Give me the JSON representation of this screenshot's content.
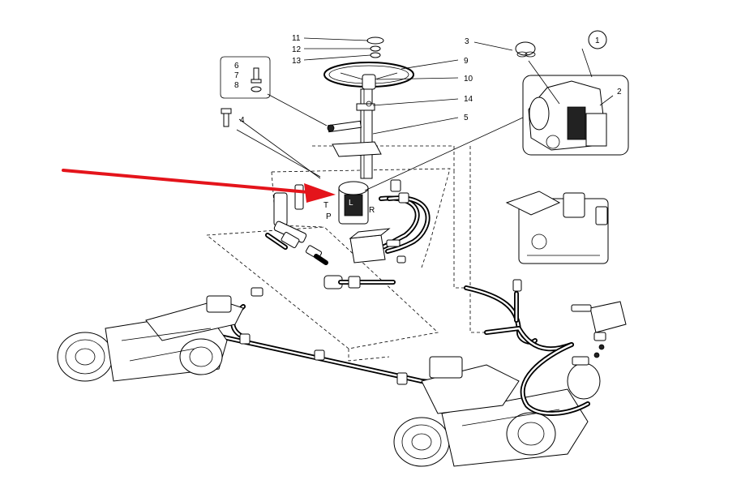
{
  "diagram": {
    "callouts": [
      {
        "id": "c11",
        "text": "11"
      },
      {
        "id": "c12",
        "text": "12"
      },
      {
        "id": "c13",
        "text": "13"
      },
      {
        "id": "c9",
        "text": "9"
      },
      {
        "id": "c10",
        "text": "10"
      },
      {
        "id": "c14",
        "text": "14"
      },
      {
        "id": "c5",
        "text": "5"
      },
      {
        "id": "c6",
        "text": "6"
      },
      {
        "id": "c7",
        "text": "7"
      },
      {
        "id": "c8",
        "text": "8"
      },
      {
        "id": "c4",
        "text": "4"
      },
      {
        "id": "c3",
        "text": "3"
      },
      {
        "id": "c1",
        "text": "1"
      },
      {
        "id": "c2",
        "text": "2"
      }
    ],
    "port_labels": {
      "t": "T",
      "p": "P",
      "r": "R",
      "l": "L"
    },
    "arrow_color": "#e4141b"
  }
}
